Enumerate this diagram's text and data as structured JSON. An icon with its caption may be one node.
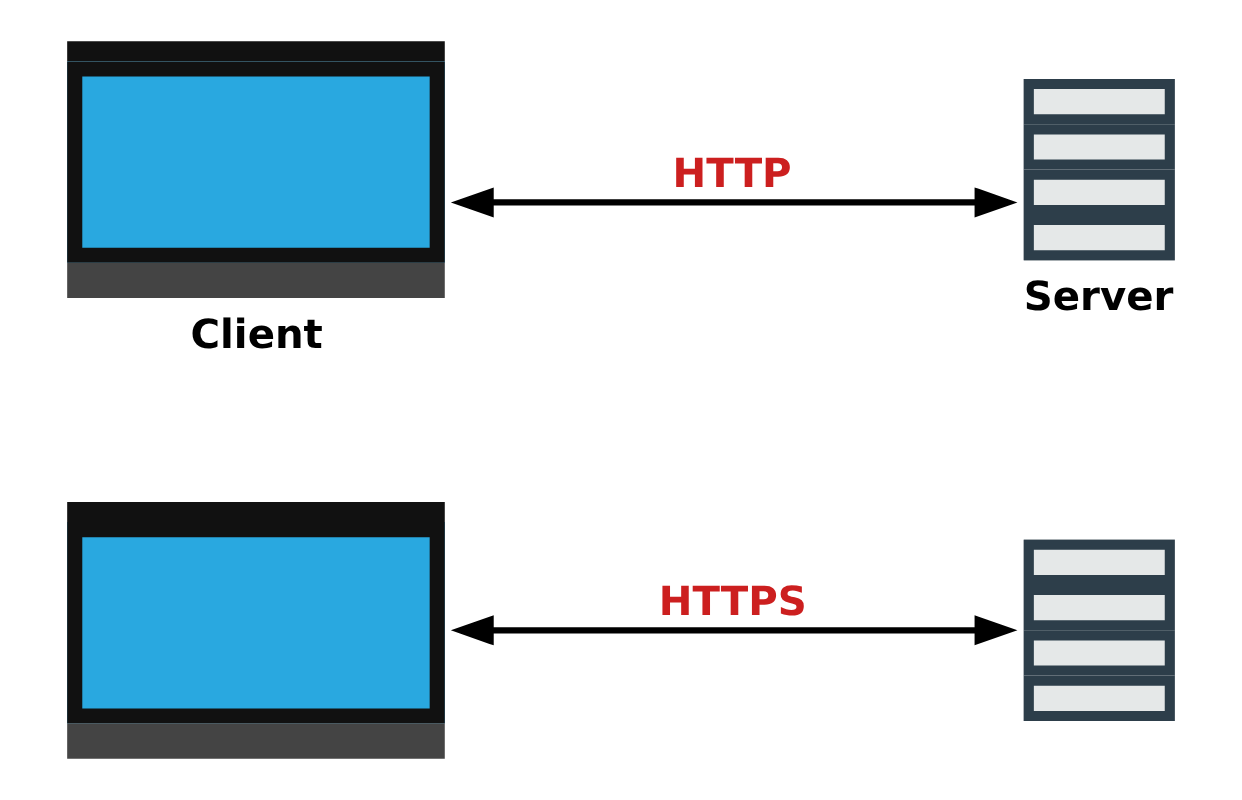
{
  "diagram": {
    "nodes": [
      {
        "text": [
          "Client"
        ]
      },
      {
        "text": [
          "Server"
        ]
      },
      {
        "text": [],
        "shape": "picture"
      },
      {
        "text": [],
        "shape": "picture"
      }
    ],
    "edges": [
      {
        "from": 0,
        "to": 1,
        "arrow": "both",
        "label": "HTTP"
      },
      {
        "from": 2,
        "to": 3,
        "arrow": "both",
        "label": "HTTPS"
      }
    ]
  }
}
